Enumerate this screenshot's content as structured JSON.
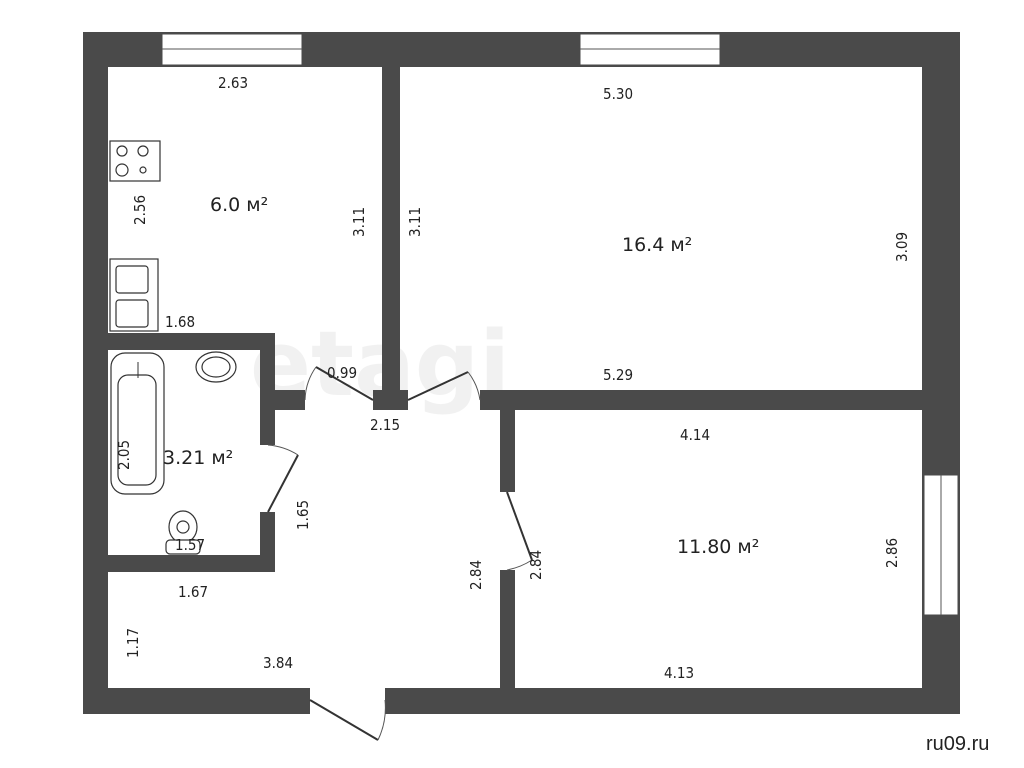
{
  "watermark": "etagi",
  "site": "ru09.ru",
  "rooms": {
    "kitchen": {
      "area": "6.0 м²",
      "dims": [
        "2.63",
        "2.56",
        "3.11",
        "1.68"
      ]
    },
    "living": {
      "area": "16.4 м²",
      "dims": [
        "5.30",
        "3.11",
        "3.09",
        "5.29"
      ]
    },
    "bathroom": {
      "area": "3.21 м²",
      "dims": [
        "2.05",
        "1.57"
      ]
    },
    "hallway": {
      "dims": [
        "0.99",
        "2.15",
        "1.65",
        "2.84",
        "1.67",
        "1.17",
        "3.84"
      ]
    },
    "bedroom": {
      "area": "11.80 м²",
      "dims": [
        "4.14",
        "2.84",
        "2.86",
        "4.13"
      ]
    }
  }
}
